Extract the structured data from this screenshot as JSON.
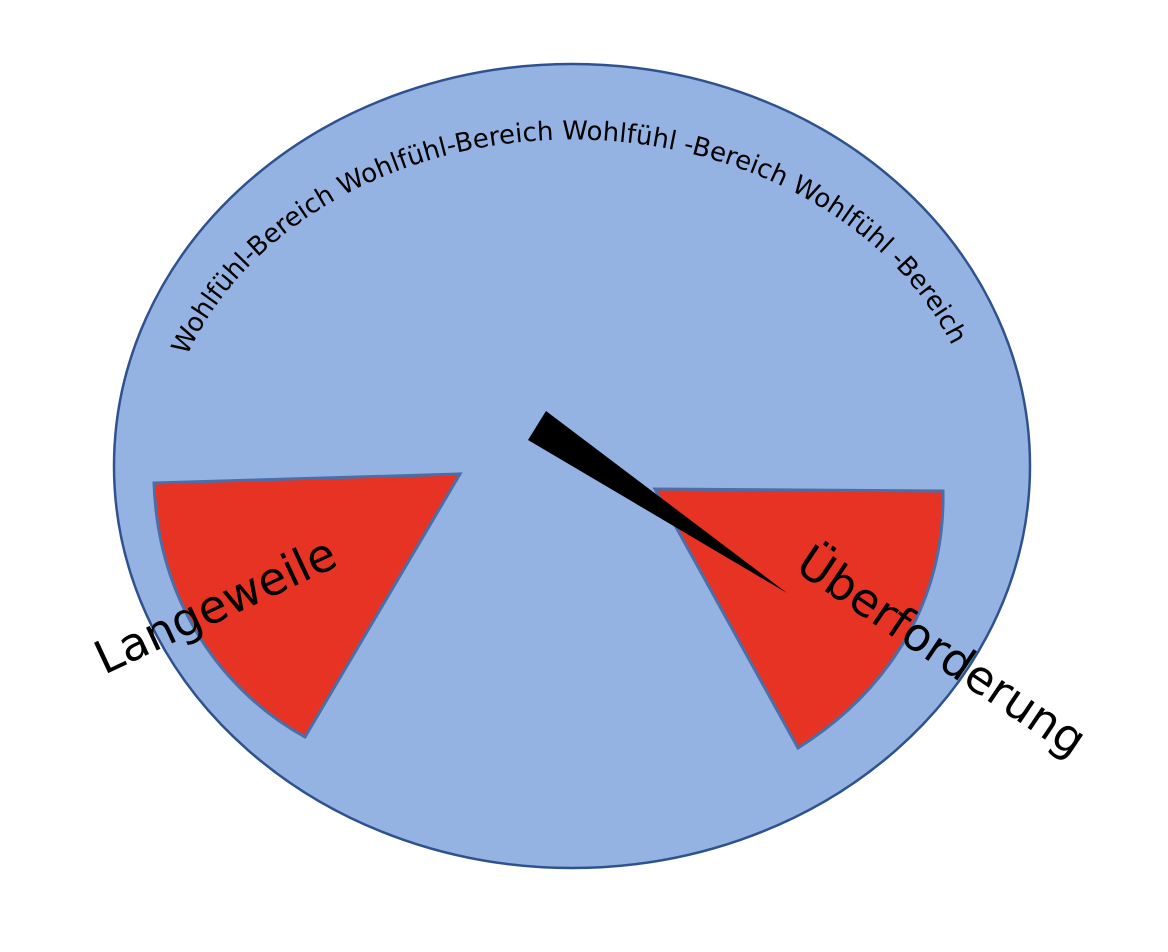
{
  "diagram": {
    "comfort_zone_text": "Wohlfühl-Bereich Wohlfühl-Bereich Wohlfühl -Bereich Wohlfühl -Bereich",
    "left_zone_label": "Langeweile",
    "right_zone_label": "Überforderung",
    "colors": {
      "comfort_zone": "#94b3e3",
      "outline": "#2f528f",
      "zone": "#e63323",
      "needle": "#000000",
      "background": "#ffffff"
    }
  }
}
